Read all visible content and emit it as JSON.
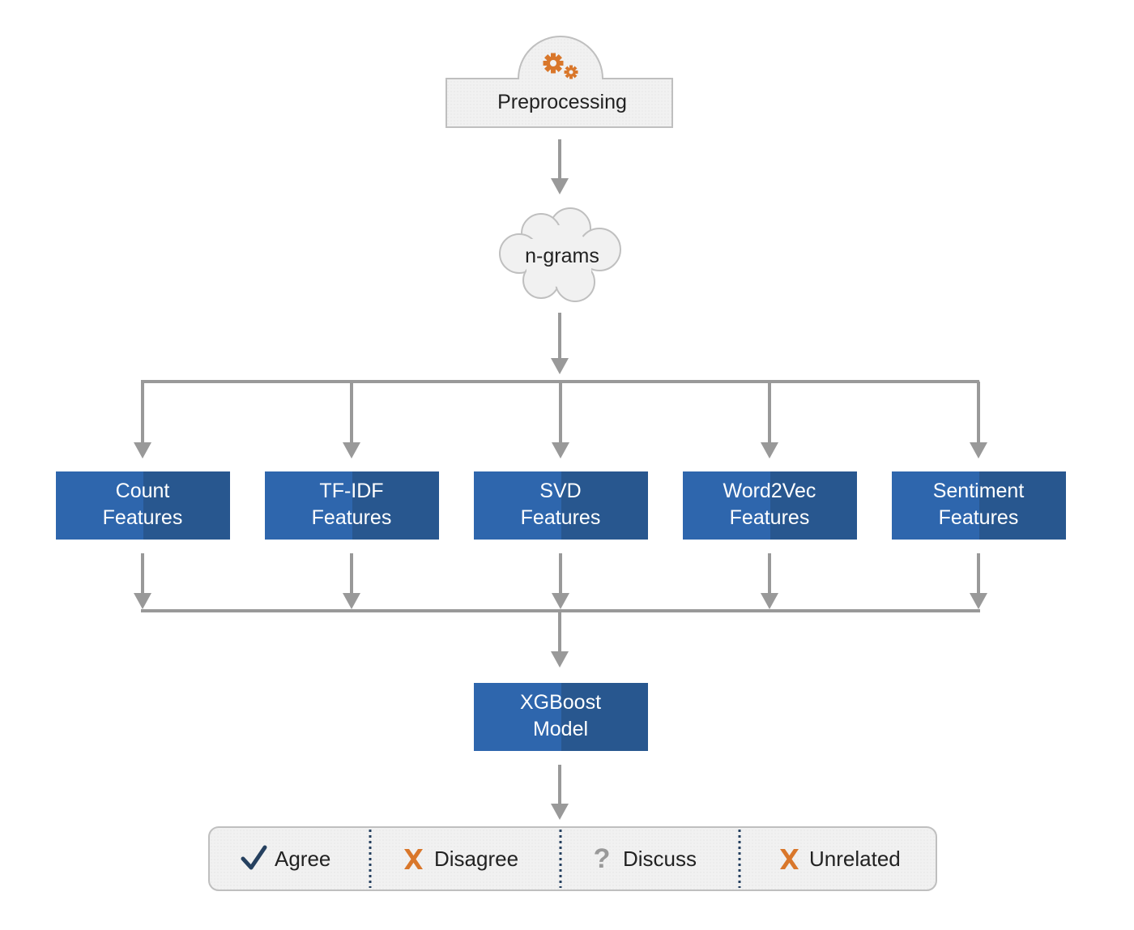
{
  "colors": {
    "box_fill": "#2e66ad",
    "box_shade": "#28578f",
    "connector": "#999999",
    "panel_fill": "#f0f0f0",
    "panel_stroke": "#bfbfbf",
    "accent_orange": "#d9772b",
    "check_navy": "#25405f",
    "question_gray": "#999999"
  },
  "preprocessing": {
    "label": "Preprocessing",
    "icon": "gears-icon"
  },
  "ngrams": {
    "label": "n-grams",
    "icon": "cloud-shape"
  },
  "features": [
    {
      "line1": "Count",
      "line2": "Features"
    },
    {
      "line1": "TF-IDF",
      "line2": "Features"
    },
    {
      "line1": "SVD",
      "line2": "Features"
    },
    {
      "line1": "Word2Vec",
      "line2": "Features"
    },
    {
      "line1": "Sentiment",
      "line2": "Features"
    }
  ],
  "model": {
    "line1": "XGBoost",
    "line2": "Model"
  },
  "outputs": [
    {
      "label": "Agree",
      "icon": "check-icon"
    },
    {
      "label": "Disagree",
      "icon": "x-icon"
    },
    {
      "label": "Discuss",
      "icon": "question-icon"
    },
    {
      "label": "Unrelated",
      "icon": "x-icon"
    }
  ]
}
